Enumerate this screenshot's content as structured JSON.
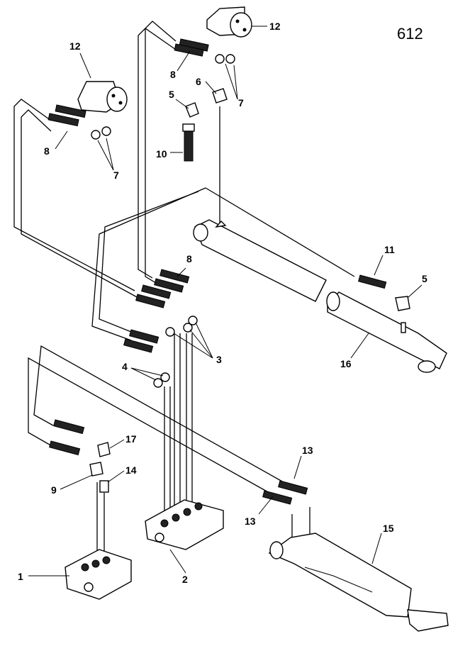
{
  "page_number": "612",
  "labels": [
    {
      "id": "12a",
      "text": "12"
    },
    {
      "id": "12b",
      "text": "12"
    },
    {
      "id": "8a",
      "text": "8"
    },
    {
      "id": "8b",
      "text": "8"
    },
    {
      "id": "8c",
      "text": "8"
    },
    {
      "id": "6",
      "text": "6"
    },
    {
      "id": "5a",
      "text": "5"
    },
    {
      "id": "5b",
      "text": "5"
    },
    {
      "id": "7a",
      "text": "7"
    },
    {
      "id": "7b",
      "text": "7"
    },
    {
      "id": "10",
      "text": "10"
    },
    {
      "id": "11",
      "text": "11"
    },
    {
      "id": "16",
      "text": "16"
    },
    {
      "id": "3",
      "text": "3"
    },
    {
      "id": "4",
      "text": "4"
    },
    {
      "id": "17",
      "text": "17"
    },
    {
      "id": "14",
      "text": "14"
    },
    {
      "id": "9",
      "text": "9"
    },
    {
      "id": "13a",
      "text": "13"
    },
    {
      "id": "13b",
      "text": "13"
    },
    {
      "id": "15",
      "text": "15"
    },
    {
      "id": "1",
      "text": "1"
    },
    {
      "id": "2",
      "text": "2"
    }
  ]
}
